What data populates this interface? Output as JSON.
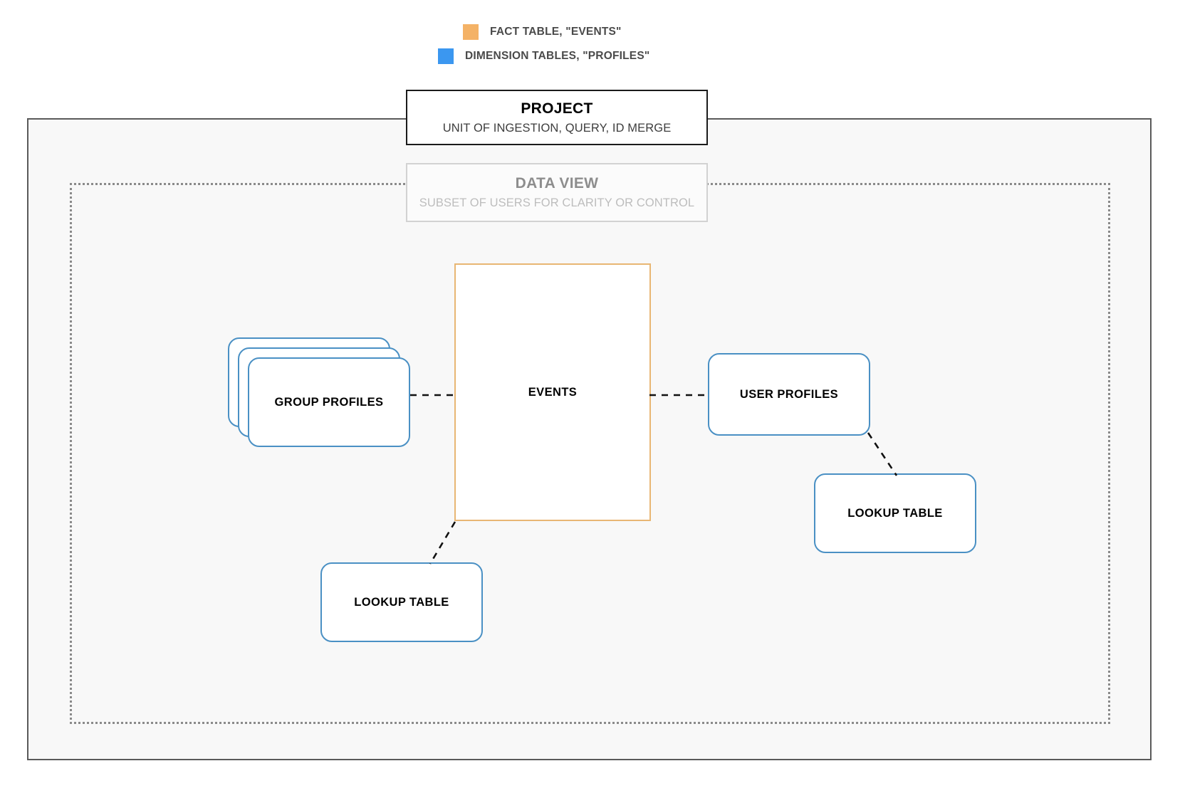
{
  "legend": {
    "items": [
      {
        "label": "FACT TABLE, \"EVENTS\"",
        "color": "#f4b266",
        "icon": "orange-square-swatch"
      },
      {
        "label": "DIMENSION TABLES, \"PROFILES\"",
        "color": "#3b97f0",
        "icon": "blue-square-swatch"
      }
    ]
  },
  "project": {
    "title": "PROJECT",
    "subtitle": "UNIT OF INGESTION, QUERY, ID MERGE",
    "border_color": "#1b1b1b"
  },
  "data_view": {
    "title": "DATA VIEW",
    "subtitle": "SUBSET OF USERS FOR CLARITY OR CONTROL",
    "border_color": "#d2d2d2",
    "title_color": "#8d8d8d",
    "subtitle_color": "#bdbdbd"
  },
  "fact_table": {
    "label": "EVENTS",
    "border_color": "#e8b673"
  },
  "dimension_tables": {
    "border_color": "#4a90c4",
    "group_profiles": {
      "label": "GROUP PROFILES",
      "stacked": true,
      "stack_count": 3
    },
    "user_profiles": {
      "label": "USER PROFILES",
      "stacked": false
    },
    "lookup_table_left": {
      "label": "LOOKUP TABLE",
      "stacked": false
    },
    "lookup_table_right": {
      "label": "LOOKUP TABLE",
      "stacked": false
    }
  },
  "connectors": [
    {
      "from": "group-profiles",
      "to": "events",
      "style": "dashed"
    },
    {
      "from": "events",
      "to": "user-profiles",
      "style": "dashed"
    },
    {
      "from": "events",
      "to": "lookup-table-left",
      "style": "dashed"
    },
    {
      "from": "user-profiles",
      "to": "lookup-table-right",
      "style": "dashed"
    }
  ],
  "canvas": {
    "outer_frame_color": "#5a5a5a",
    "inner_frame_color": "#8a8a8a",
    "background": "#f8f8f8"
  }
}
